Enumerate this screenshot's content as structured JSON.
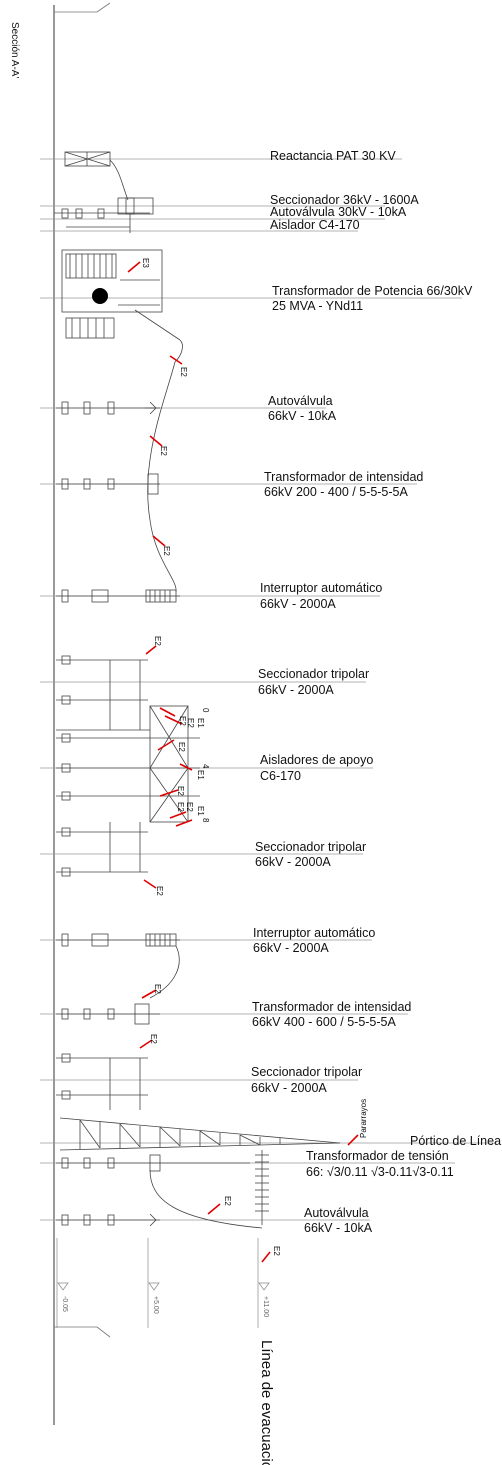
{
  "section_label": "Sección A-A'",
  "bottom_title": "Línea de evacuación",
  "equipment": [
    {
      "line1": "Reactancia PAT 30 KV",
      "line2": ""
    },
    {
      "line1": "Seccionador 36kV - 1600A",
      "line2": ""
    },
    {
      "line1": "Autoválvula 30kV - 10kA",
      "line2": ""
    },
    {
      "line1": "Aislador C4-170",
      "line2": ""
    },
    {
      "line1": "Transformador de Potencia 66/30kV",
      "line2": "25 MVA - YNd11"
    },
    {
      "line1": "Autoválvula",
      "line2": "66kV - 10kA"
    },
    {
      "line1": "Transformador de intensidad",
      "line2": "66kV 200 - 400 / 5-5-5-5A"
    },
    {
      "line1": "Interruptor automático",
      "line2": "66kV - 2000A"
    },
    {
      "line1": "Seccionador tripolar",
      "line2": "66kV - 2000A"
    },
    {
      "line1": "Aisladores de apoyo",
      "line2": "C6-170"
    },
    {
      "line1": "Seccionador tripolar",
      "line2": "66kV - 2000A"
    },
    {
      "line1": "Interruptor automático",
      "line2": "66kV - 2000A"
    },
    {
      "line1": "Transformador de intensidad",
      "line2": "66kV 400 - 600 / 5-5-5-5A"
    },
    {
      "line1": "Seccionador tripolar",
      "line2": "66kV - 2000A"
    },
    {
      "line1": "Pórtico de Línea",
      "line2": ""
    },
    {
      "line1": "Transformador de tensión",
      "line2": "66: √3/0.11 √3-0.11√3-0.11"
    },
    {
      "line1": "Autoválvula",
      "line2": "66kV - 10kA"
    }
  ],
  "conductor_tags": [
    "E3",
    "E2",
    "E2",
    "E2",
    "E2",
    "E2",
    "E2",
    "E2",
    "E2",
    "E2",
    "E2",
    "E2",
    "E2",
    "E2",
    "E1",
    "E1",
    "E1",
    "E2",
    "E2",
    "E2",
    "E2",
    "E2"
  ],
  "tag_numbers": [
    "0",
    "4",
    "8"
  ],
  "pararrayos_label": "Pararrayos",
  "elevations": [
    "-0.05",
    "+5.00",
    "+11.00"
  ],
  "colors": {
    "tag_arrow": "#e00000",
    "line": "#333333",
    "guide": "#9a9a9a"
  }
}
